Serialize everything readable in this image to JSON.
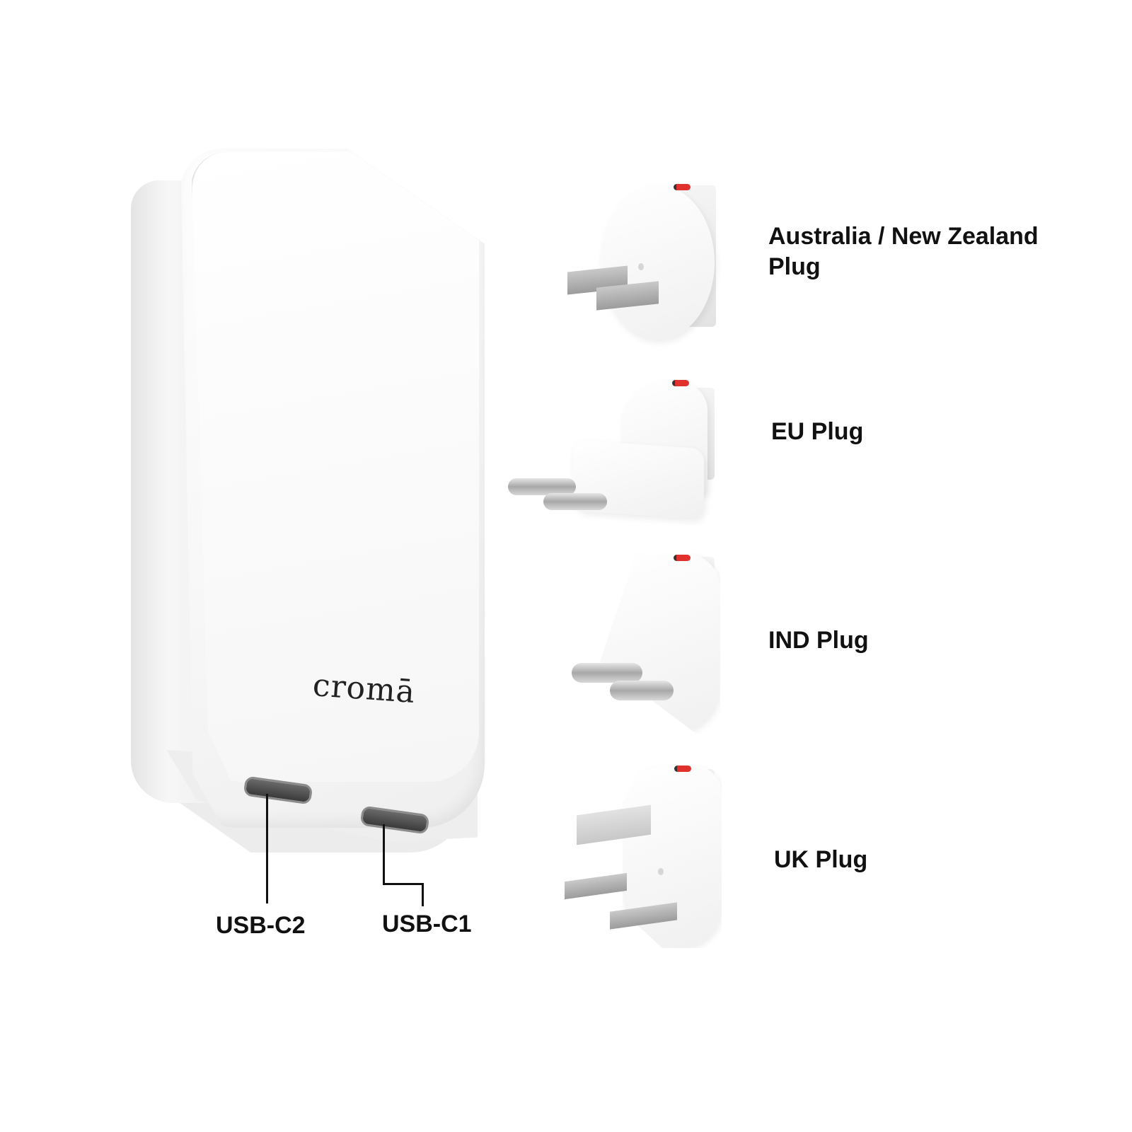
{
  "product": {
    "brand": "cromā",
    "colors": {
      "body": "#f5f5f5",
      "indicator": "#e0312c",
      "port": "#3a3a3a",
      "text": "#111111"
    }
  },
  "ports": [
    {
      "label": "USB-C2"
    },
    {
      "label": "USB-C1"
    }
  ],
  "plugs": [
    {
      "label_line1": "Australia / New Zealand",
      "label_line2": "Plug",
      "icon": "au-nz-plug-icon"
    },
    {
      "label": "EU Plug",
      "icon": "eu-plug-icon"
    },
    {
      "label": "IND Plug",
      "icon": "ind-plug-icon"
    },
    {
      "label": "UK Plug",
      "icon": "uk-plug-icon"
    }
  ]
}
